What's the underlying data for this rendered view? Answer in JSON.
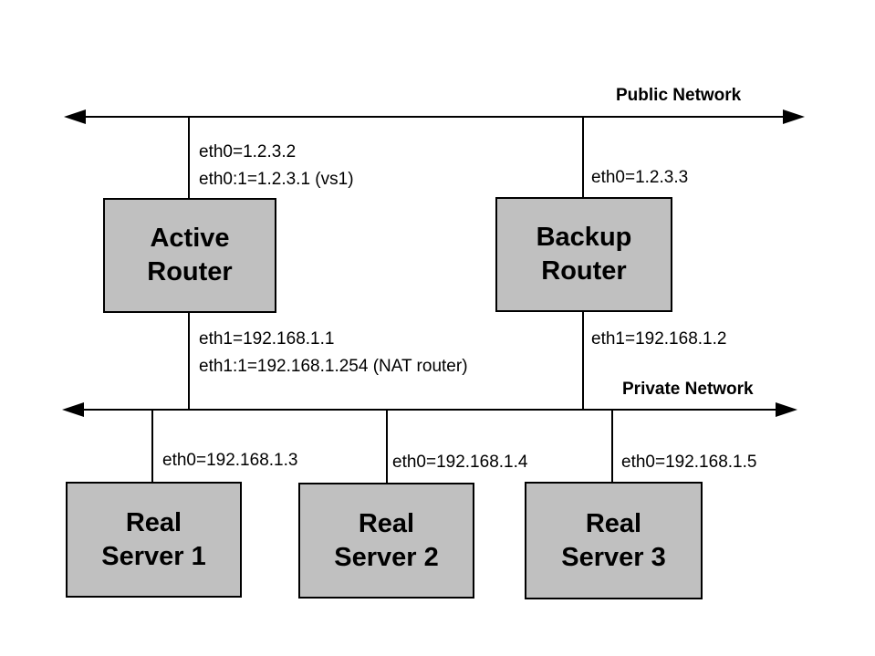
{
  "diagram": {
    "public_network": {
      "label": "Public Network"
    },
    "private_network": {
      "label": "Private Network"
    },
    "active_router": {
      "name_line1": "Active",
      "name_line2": "Router",
      "eth0": "eth0=1.2.3.2",
      "eth0_alias": "eth0:1=1.2.3.1 (vs1)",
      "eth1": "eth1=192.168.1.1",
      "eth1_alias": "eth1:1=192.168.1.254 (NAT router)"
    },
    "backup_router": {
      "name_line1": "Backup",
      "name_line2": "Router",
      "eth0": "eth0=1.2.3.3",
      "eth1": "eth1=192.168.1.2"
    },
    "real_servers": [
      {
        "name_line1": "Real",
        "name_line2": "Server 1",
        "eth0": "eth0=192.168.1.3"
      },
      {
        "name_line1": "Real",
        "name_line2": "Server 2",
        "eth0": "eth0=192.168.1.4"
      },
      {
        "name_line1": "Real",
        "name_line2": "Server 3",
        "eth0": "eth0=192.168.1.5"
      }
    ],
    "colors": {
      "node_fill": "#c0c0c0",
      "node_border": "#000000",
      "line": "#000000",
      "text": "#000000",
      "background": "#ffffff"
    }
  }
}
